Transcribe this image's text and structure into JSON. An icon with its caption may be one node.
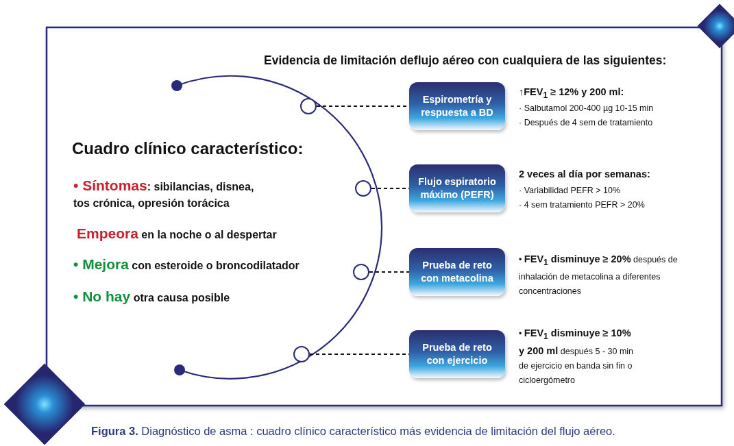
{
  "diagram": {
    "caption": "**Figura 3.** Diagnóstico de asma : cuadro clínico característico más evidencia de limitación del flujo aéreo.",
    "nodes": [
      {
        "text": [],
        "shape": "circle"
      },
      {
        "text": [
          "Espirometría y respuesta a BD"
        ],
        "beside": [
          "↑FEV$_{1}$ ≥ 12% y 200 ml:",
          "· Salbutamol 200-400 µg 10-15 min",
          "· Después de 4 sem de tratamiento"
        ]
      },
      {
        "text": [],
        "shape": "circle"
      },
      {
        "text": [
          "Flujo espiratorio máximo (PEFR)"
        ],
        "beside": [
          "2 veces al día por semanas:",
          "· Variabilidad PEFR > 10%",
          "· 4 sem tratamiento PEFR > 20%"
        ]
      },
      {
        "text": [],
        "shape": "circle"
      },
      {
        "text": [
          "Prueba de reto con metacolina"
        ],
        "beside": [
          "• **FEV$_{1}$ disminuye ≥ 20%** después de inhalación de metacolina a diferentes concentraciones"
        ]
      },
      {
        "text": [],
        "shape": "circle"
      },
      {
        "text": [
          "Prueba de reto con ejercicio"
        ],
        "beside": [
          "• **FEV$_{1}$ disminuye ≥ 10% y 200 ml** después 5 - 30 min de ejercicio en banda sin fin o cicloergómetro"
        ]
      }
    ],
    "edges": [
      {
        "from": 0,
        "to": 1,
        "arrow": "none",
        "style": "dashed"
      },
      {
        "from": 2,
        "to": 3,
        "arrow": "none",
        "style": "dashed"
      },
      {
        "from": 4,
        "to": 5,
        "arrow": "none",
        "style": "dashed"
      },
      {
        "from": 6,
        "to": 7,
        "arrow": "none",
        "style": "dashed"
      }
    ],
    "labels": [
      "Evidencia de limitación deflujo aéreo con cualquiera de las siguientes:",
      "Cuadro clínico característico:",
      "**• Síntomas**: sibilancias, disnea, tos crónica, opresión torácica",
      "**Empeora** en la noche o al despertar",
      "**• Mejora** con esteroide o broncodilatador",
      "**• No hay** otra causa posible"
    ]
  }
}
